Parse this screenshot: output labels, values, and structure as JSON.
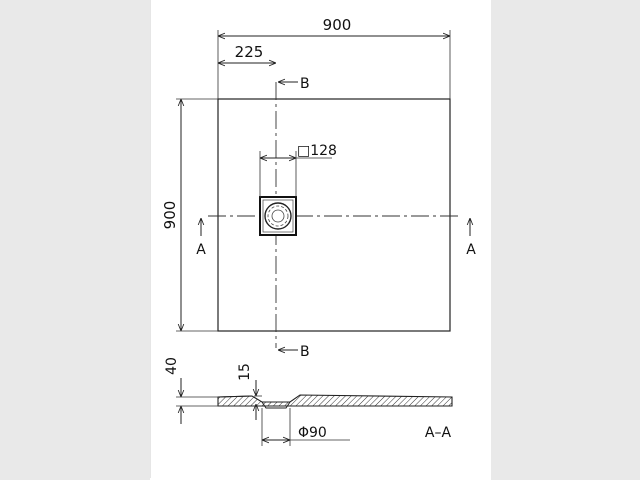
{
  "drawing": {
    "dims": {
      "width": "900",
      "offset": "225",
      "height": "900",
      "drain": "□128",
      "thickness": "40",
      "lip": "15",
      "outlet": "Φ90"
    },
    "sections": {
      "b_top": "B",
      "b_bottom": "B",
      "a_left": "A",
      "a_right": "A",
      "caption": "A–A"
    }
  }
}
